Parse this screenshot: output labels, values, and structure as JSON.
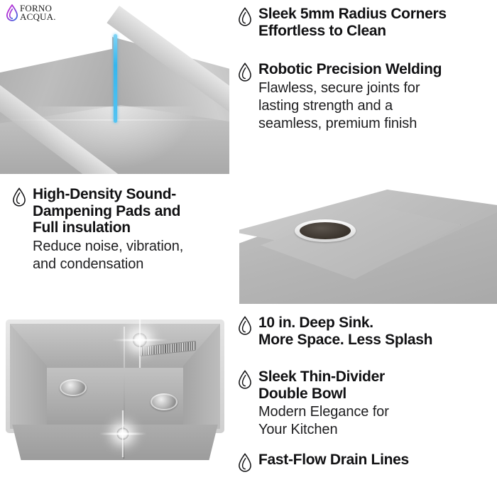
{
  "brand": {
    "logo_line1": "FORNO",
    "logo_line2": "ACQUA.",
    "logo_icon": "water-drop-icon",
    "drop_gradient_start": "#d21fd2",
    "drop_gradient_end": "#2a6fe0"
  },
  "theme": {
    "background": "#ffffff",
    "text_color": "#111113",
    "accent_blue": "#35b6ee",
    "metal_light": "#d8d8d8",
    "metal_mid": "#b4b4b4",
    "metal_dark": "#9a9a9a"
  },
  "bullet_icon": "water-drop-outline-icon",
  "features": [
    {
      "id": "radius-corners",
      "title": "Sleek 5mm Radius Corners\nEffortless to Clean",
      "subtitle": ""
    },
    {
      "id": "robotic-welding",
      "title": "Robotic Precision Welding",
      "subtitle": "Flawless, secure joints for\nlasting strength and a\nseamless, premium finish"
    },
    {
      "id": "sound-dampening",
      "title": "High-Density Sound-\nDampening Pads and\nFull insulation",
      "subtitle": "Reduce noise, vibration,\nand condensation"
    },
    {
      "id": "deep-sink",
      "title": "10 in. Deep Sink.\nMore Space. Less Splash",
      "subtitle": ""
    },
    {
      "id": "thin-divider",
      "title": "Sleek Thin-Divider\nDouble Bowl",
      "subtitle": "Modern Elegance for\nYour Kitchen"
    },
    {
      "id": "drain-lines",
      "title": "Fast-Flow Drain Lines",
      "subtitle": ""
    }
  ],
  "photos": [
    {
      "id": "sink-corner-closeup",
      "alt": "Sink interior corner with 5mm radius and highlighted weld seam"
    },
    {
      "id": "sound-pad-underside",
      "alt": "Underside of sink showing sound dampening pad and drain opening"
    },
    {
      "id": "double-bowl-sink",
      "alt": "Stainless steel double bowl undermount sink with thin divider"
    }
  ]
}
